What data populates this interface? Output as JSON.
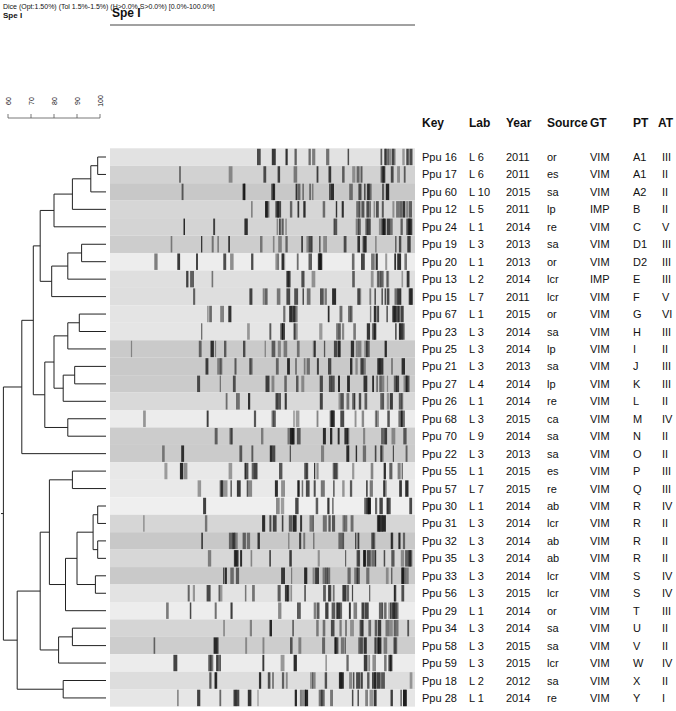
{
  "diagram": {
    "labels": [
      "Dice (Opt:1.50%) (Tol 1.5%-1.5%) (H>0.0% S>0.0%) [0.0%-100.0%]",
      "Spe I",
      "Spe I",
      "60",
      "70",
      "80",
      "90",
      "100",
      "Key",
      "Lab",
      "Year",
      "Source",
      "GT",
      "PT",
      "AT",
      "Ppu 16",
      "L 6",
      "2011",
      "or",
      "VIM",
      "A1",
      "III",
      "Ppu 17",
      "L 6",
      "2011",
      "es",
      "VIM",
      "A1",
      "II",
      "Ppu 60",
      "L 10",
      "2015",
      "sa",
      "VIM",
      "A2",
      "II",
      "Ppu 12",
      "L 5",
      "2011",
      "lp",
      "IMP",
      "B",
      "II",
      "Ppu 24",
      "L 1",
      "2014",
      "re",
      "VIM",
      "C",
      "V",
      "Ppu 19",
      "L 3",
      "2013",
      "sa",
      "VIM",
      "D1",
      "III",
      "Ppu 20",
      "L 1",
      "2013",
      "or",
      "VIM",
      "D2",
      "III",
      "Ppu 13",
      "L 2",
      "2014",
      "lcr",
      "IMP",
      "E",
      "III",
      "Ppu 15",
      "L 7",
      "2011",
      "lcr",
      "VIM",
      "F",
      "V",
      "Ppu 67",
      "L 1",
      "2015",
      "or",
      "VIM",
      "G",
      "VI",
      "Ppu 23",
      "L 3",
      "2014",
      "sa",
      "VIM",
      "H",
      "III",
      "Ppu 25",
      "L 3",
      "2014",
      "lp",
      "VIM",
      "I",
      "II",
      "Ppu 21",
      "L 3",
      "2013",
      "sa",
      "VIM",
      "J",
      "III",
      "Ppu 27",
      "L 4",
      "2014",
      "lp",
      "VIM",
      "K",
      "III",
      "Ppu 26",
      "L 1",
      "2014",
      "re",
      "VIM",
      "L",
      "II",
      "Ppu 68",
      "L 3",
      "2015",
      "ca",
      "VIM",
      "M",
      "IV",
      "Ppu 70",
      "L 9",
      "2014",
      "sa",
      "VIM",
      "N",
      "II",
      "Ppu 22",
      "L 3",
      "2013",
      "sa",
      "VIM",
      "O",
      "II",
      "Ppu 55",
      "L 1",
      "2015",
      "es",
      "VIM",
      "P",
      "III",
      "Ppu 57",
      "L 7",
      "2015",
      "re",
      "VIM",
      "Q",
      "III",
      "Ppu 30",
      "L 1",
      "2014",
      "ab",
      "VIM",
      "R",
      "IV",
      "Ppu 31",
      "L 3",
      "2014",
      "lcr",
      "VIM",
      "R",
      "II",
      "Ppu 32",
      "L 3",
      "2014",
      "ab",
      "VIM",
      "R",
      "II",
      "Ppu 35",
      "L 3",
      "2014",
      "ab",
      "VIM",
      "R",
      "II",
      "Ppu 33",
      "L 3",
      "2014",
      "lcr",
      "VIM",
      "S",
      "IV",
      "Ppu 56",
      "L 3",
      "2015",
      "lcr",
      "VIM",
      "S",
      "IV",
      "Ppu 29",
      "L 1",
      "2014",
      "or",
      "VIM",
      "T",
      "III",
      "Ppu 34",
      "L 3",
      "2014",
      "sa",
      "VIM",
      "U",
      "II",
      "Ppu 58",
      "L 3",
      "2015",
      "sa",
      "VIM",
      "V",
      "II",
      "Ppu 59",
      "L 3",
      "2015",
      "lcr",
      "VIM",
      "W",
      "IV",
      "Ppu 18",
      "L 2",
      "2012",
      "sa",
      "VIM",
      "X",
      "II",
      "Ppu 28",
      "L 1",
      "2014",
      "re",
      "VIM",
      "Y",
      "I"
    ]
  }
}
